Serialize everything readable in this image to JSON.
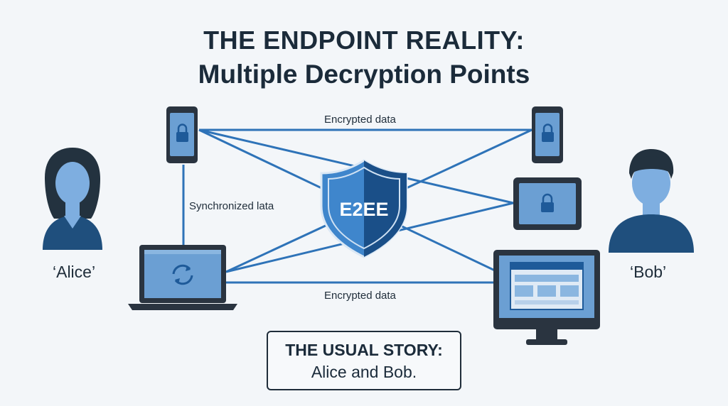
{
  "title": {
    "line1": "THE ENDPOINT REALITY:",
    "line2": "Multiple Decryption Points"
  },
  "center": {
    "label": "E2EE",
    "icon": "shield-icon"
  },
  "edge_labels": {
    "top": "Encrypted data",
    "bottom": "Encrypted data",
    "sync": "Synchronized lata"
  },
  "people": {
    "left": "‘Alice’",
    "right": "‘Bob’"
  },
  "story": {
    "heading": "THE USUAL STORY:",
    "subtitle": "Alice and Bob."
  },
  "devices": [
    {
      "id": "alice-phone",
      "type": "phone",
      "icon": "lock-icon"
    },
    {
      "id": "alice-laptop",
      "type": "laptop",
      "icon": "sync-icon"
    },
    {
      "id": "bob-phone",
      "type": "phone",
      "icon": "lock-icon"
    },
    {
      "id": "bob-tablet",
      "type": "tablet",
      "icon": "lock-icon"
    },
    {
      "id": "bob-desktop",
      "type": "desktop",
      "icon": "browser-window-icon"
    }
  ],
  "colors": {
    "line": "#2e73b8",
    "device_frame": "#2a3440",
    "screen": "#6b9fd3",
    "person": "#1f4f7d",
    "shield_dark": "#1a4f88",
    "shield_light": "#3f86cc"
  }
}
